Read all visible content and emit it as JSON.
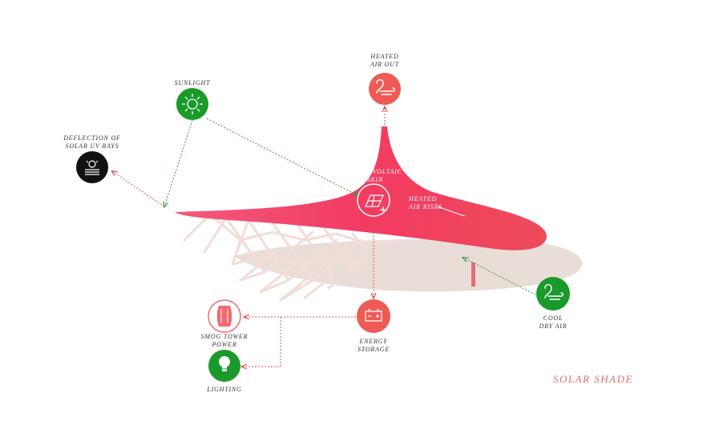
{
  "diagram": {
    "title": "SOLAR SHADE",
    "labels": {
      "heated_air_out": [
        "HEATED",
        "AIR OUT"
      ],
      "sunlight": [
        "SUNLIGHT"
      ],
      "deflection": [
        "DEFLECTION OF",
        "SOLAR UV RAYS"
      ],
      "photovoltaic": [
        "PHOTOVOLTAIC",
        "SKIN"
      ],
      "heated_air_rises": [
        "HEATED",
        "AIR RISES"
      ],
      "cool_dry_air": [
        "COOL",
        "DRY AIR"
      ],
      "energy_storage": [
        "ENERGY",
        "STORAGE"
      ],
      "smog_tower": [
        "SMOG TOWER",
        "POWER"
      ],
      "lighting": [
        "LIGHTING"
      ]
    },
    "icons": {
      "heated_air_out": "wind-icon",
      "sunlight": "sun-icon",
      "deflection": "uv-rays-icon",
      "photovoltaic": "solar-panel-icon",
      "cool_dry_air": "wind-icon",
      "energy_storage": "battery-icon",
      "smog_tower": "smog-tower-icon",
      "lighting": "light-bulb-icon"
    }
  },
  "colors": {
    "canopy": "#f23b62",
    "coral_node": "#ef5a55",
    "green_node": "#1a9a2a",
    "black_node": "#111111",
    "red_arrow": "#e0524e",
    "green_arrow": "#3a9a3a",
    "shadow": "#e9ddd8",
    "title": "#e56a6a"
  }
}
